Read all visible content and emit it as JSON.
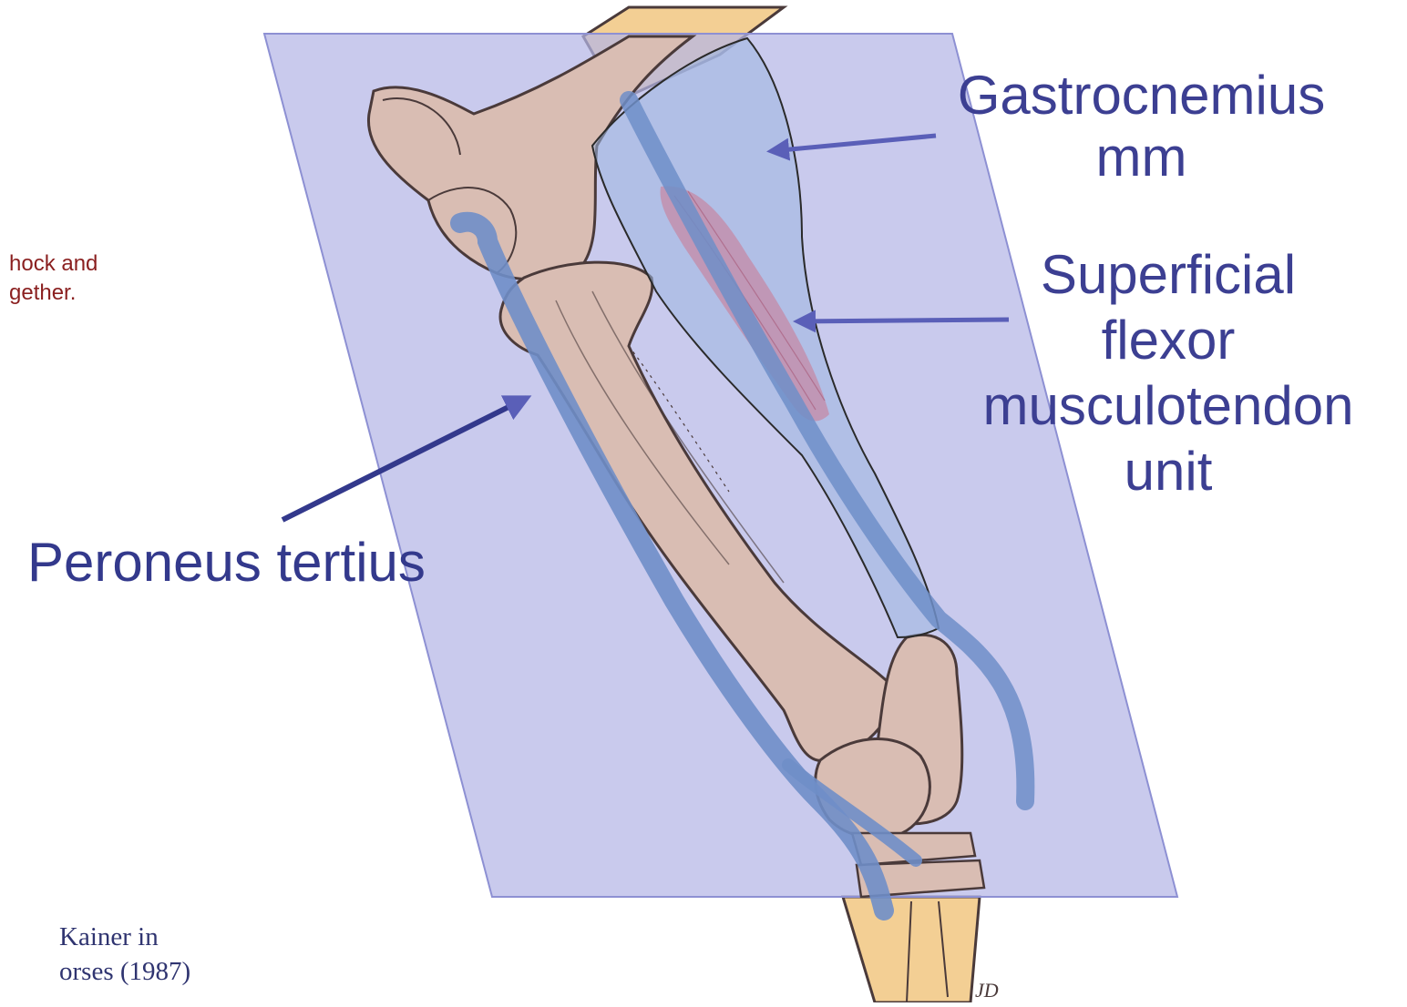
{
  "labels": {
    "gastrocnemius": {
      "line1": "Gastrocnemius",
      "line2": "mm"
    },
    "superficial_flexor": {
      "line1": "Superficial",
      "line2": "flexor",
      "line3": "musculotendon",
      "line4": "unit"
    },
    "peroneus_tertius": "Peroneus tertius"
  },
  "side_note": {
    "line1": "hock and",
    "line2": "gether."
  },
  "citation": {
    "line1": "Kainer in",
    "line2": "orses (1987)"
  },
  "artist_signature": "JD",
  "colors": {
    "plane_fill": "#b4b6e6",
    "plane_edge": "#8d90d3",
    "bone": "#d9bdb3",
    "bone_outline": "#4a3a3a",
    "tendon": "#6f8ec8",
    "muscle": "#c58aa6",
    "arrow": "#5a5fb8",
    "label_text": "#3c3f92",
    "note_text": "#8a1f1f",
    "lower_bone": "#f3cf94"
  }
}
